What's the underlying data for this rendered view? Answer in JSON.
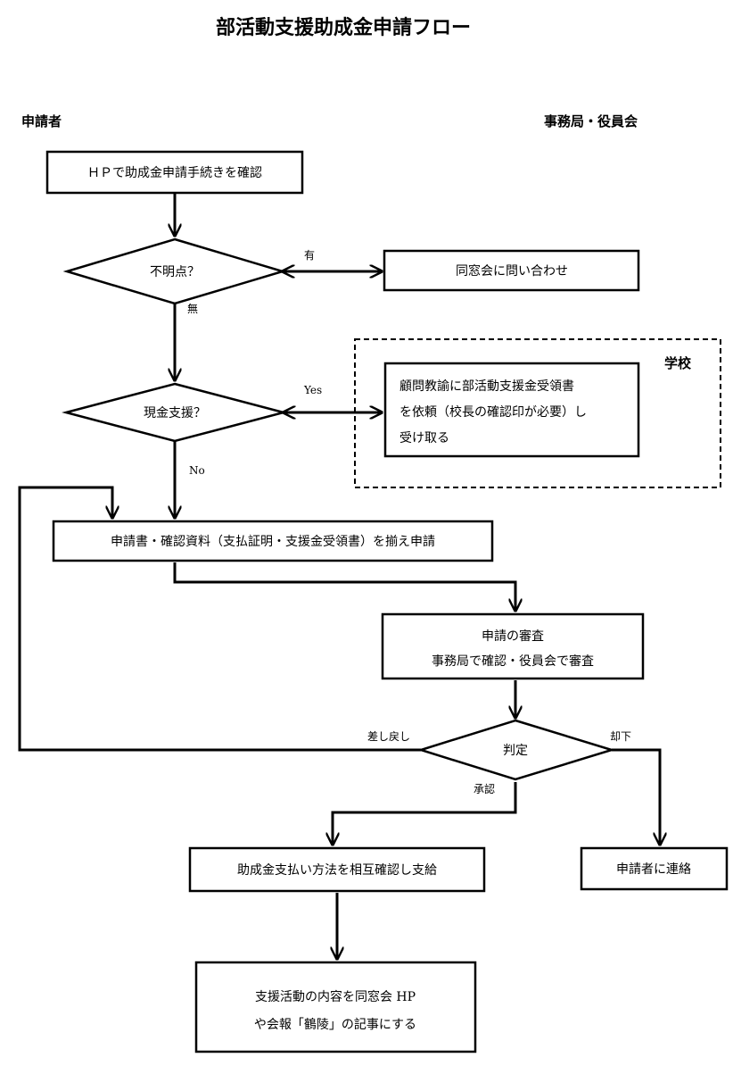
{
  "title": "部活動支援助成金申請フロー",
  "lanes": {
    "applicant": "申請者",
    "office": "事務局・役員会",
    "school": "学校"
  },
  "nodes": {
    "check_hp": "ＨＰで助成金申請手続きを確認",
    "unclear": "不明点？",
    "inquiry": "同窓会に問い合わせ",
    "cash": "現金支援？",
    "receipt_line1": "顧問教諭に部活動支援金受領書",
    "receipt_line2": "を依頼（校長の確認印が必要）し",
    "receipt_line3": "受け取る",
    "apply": "申請書・確認資料（支払証明・支援金受領書）を揃え申請",
    "review_line1": "申請の審査",
    "review_line2": "事務局で確認・役員会で審査",
    "judge": "判定",
    "pay": "助成金支払い方法を相互確認し支給",
    "notify": "申請者に連絡",
    "report_line1": "支援活動の内容を同窓会 HP",
    "report_line2": "や会報「鶴陵」の記事にする"
  },
  "labels": {
    "yes_unclear": "有",
    "no_unclear": "無",
    "yes_cash": "Yes",
    "no_cash": "No",
    "return": "差し戻し",
    "approve": "承認",
    "reject": "却下"
  }
}
